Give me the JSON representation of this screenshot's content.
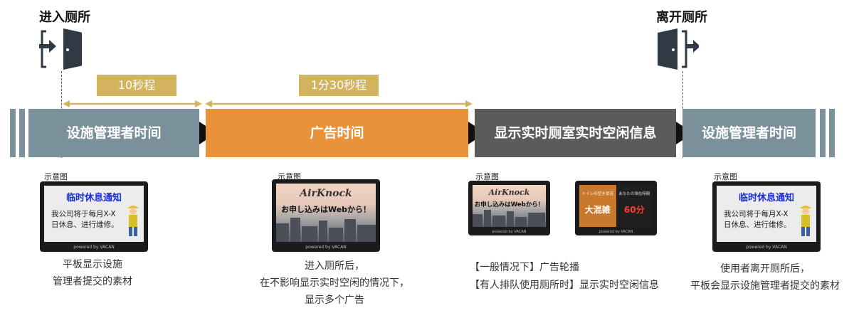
{
  "labels": {
    "enter": "进入厕所",
    "exit": "离开厕所"
  },
  "durations": {
    "first": "10秒程",
    "second": "1分30秒程"
  },
  "phases": [
    {
      "label": "设施管理者时间",
      "color": "#7a909b"
    },
    {
      "label": "广告时间",
      "color": "#e8923a"
    },
    {
      "label": "显示实时厕室实时空闲信息",
      "color": "#5b5b5b"
    },
    {
      "label": "设施管理者时间",
      "color": "#7a909b"
    }
  ],
  "sample_label": "示意图",
  "notice": {
    "title": "临时休息通知",
    "body": "我公司将于每月X-X日休息、进行维修。"
  },
  "ad": {
    "logo": "AirKnock",
    "text": "お申し込みはWebから！",
    "footer": "powered by VACAN"
  },
  "status": {
    "left_caption": "トイレの空き状況",
    "left_value": "大混雑",
    "right_caption": "あなたの滞在時間",
    "right_value": "60分"
  },
  "captions": {
    "c1": [
      "平板显示设施",
      "管理者提交的素材"
    ],
    "c2": [
      "进入厕所后，",
      "在不影响显示实时空闲的情况下，",
      "显示多个广告"
    ],
    "c3": [
      "【一般情况下】广告轮播",
      "【有人排队使用厕所时】显示实时空闲信息"
    ],
    "c4": [
      "使用者离开厕所后，",
      "平板会显示设施管理者提交的素材"
    ]
  },
  "colors": {
    "accent_gold": "#d2b35e",
    "phase_blue": "#7a909b",
    "phase_orange": "#e8923a",
    "phase_gray": "#5b5b5b",
    "status_orange": "#c9792d",
    "status_value_red": "#ff3b30"
  }
}
